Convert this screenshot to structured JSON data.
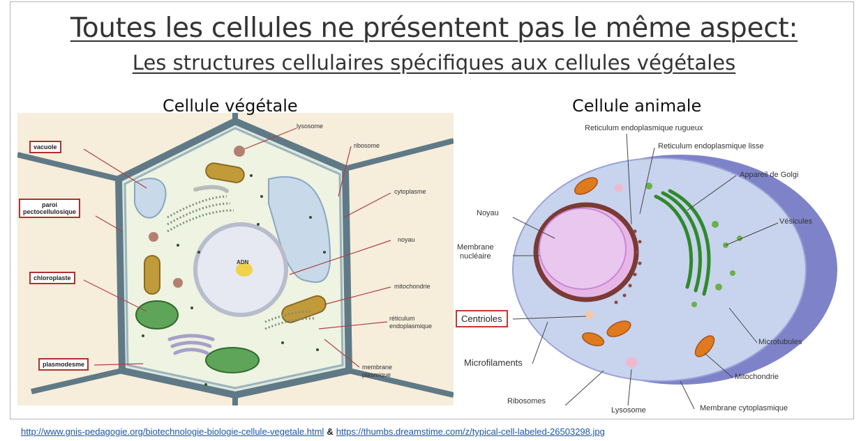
{
  "header": {
    "title": "Toutes les cellules ne présentent pas le même aspect:",
    "subtitle": "Les structures cellulaires spécifiques aux cellules végétales"
  },
  "plant": {
    "title": "Cellule végétale",
    "boxed_labels": {
      "vacuole": "vacuole",
      "paroi": "paroi\npectocellulosique",
      "chloroplaste": "chloroplaste",
      "plasmodesme": "plasmodesme"
    },
    "labels": {
      "lysosome": "lysosome",
      "ribosome": "ribosome",
      "cytoplasme": "cytoplasme",
      "noyau": "noyau",
      "adn": "ADN",
      "mitochondrie": "mitochondrie",
      "reticulum": "réticulum\nendoplasmique",
      "membrane": "membrane\nplasmique"
    }
  },
  "animal": {
    "title": "Cellule animale",
    "labels": {
      "rer": "Reticulum endoplasmique rugueux",
      "rel": "Reticulum endoplasmique lisse",
      "golgi": "Appareil de Golgi",
      "vesicules": "Vésicules",
      "noyau": "Noyau",
      "membrane_nucleaire": "Membrane\nnucléaire",
      "centrioles": "Centrioles",
      "microtubules": "Microtubules",
      "microfilaments": "Microfilaments",
      "mitochondrie": "Mitochondrie",
      "ribosomes": "Ribosomes",
      "lysosome": "Lysosome",
      "membrane_cyto": "Membrane cytoplasmique"
    }
  },
  "footer": {
    "link1": "http://www.gnis-pedagogie.org/biotechnologie-biologie-cellule-vegetale.html",
    "separator": "&",
    "link2": "https://thumbs.dreamstime.com/z/typical-cell-labeled-26503298.jpg"
  },
  "colors": {
    "box_border": "#b03030",
    "link": "#1a56a6",
    "plant_bg": "#f6eddb",
    "chloroplast": "#5ea55a",
    "mitochondria": "#e07a1f"
  }
}
